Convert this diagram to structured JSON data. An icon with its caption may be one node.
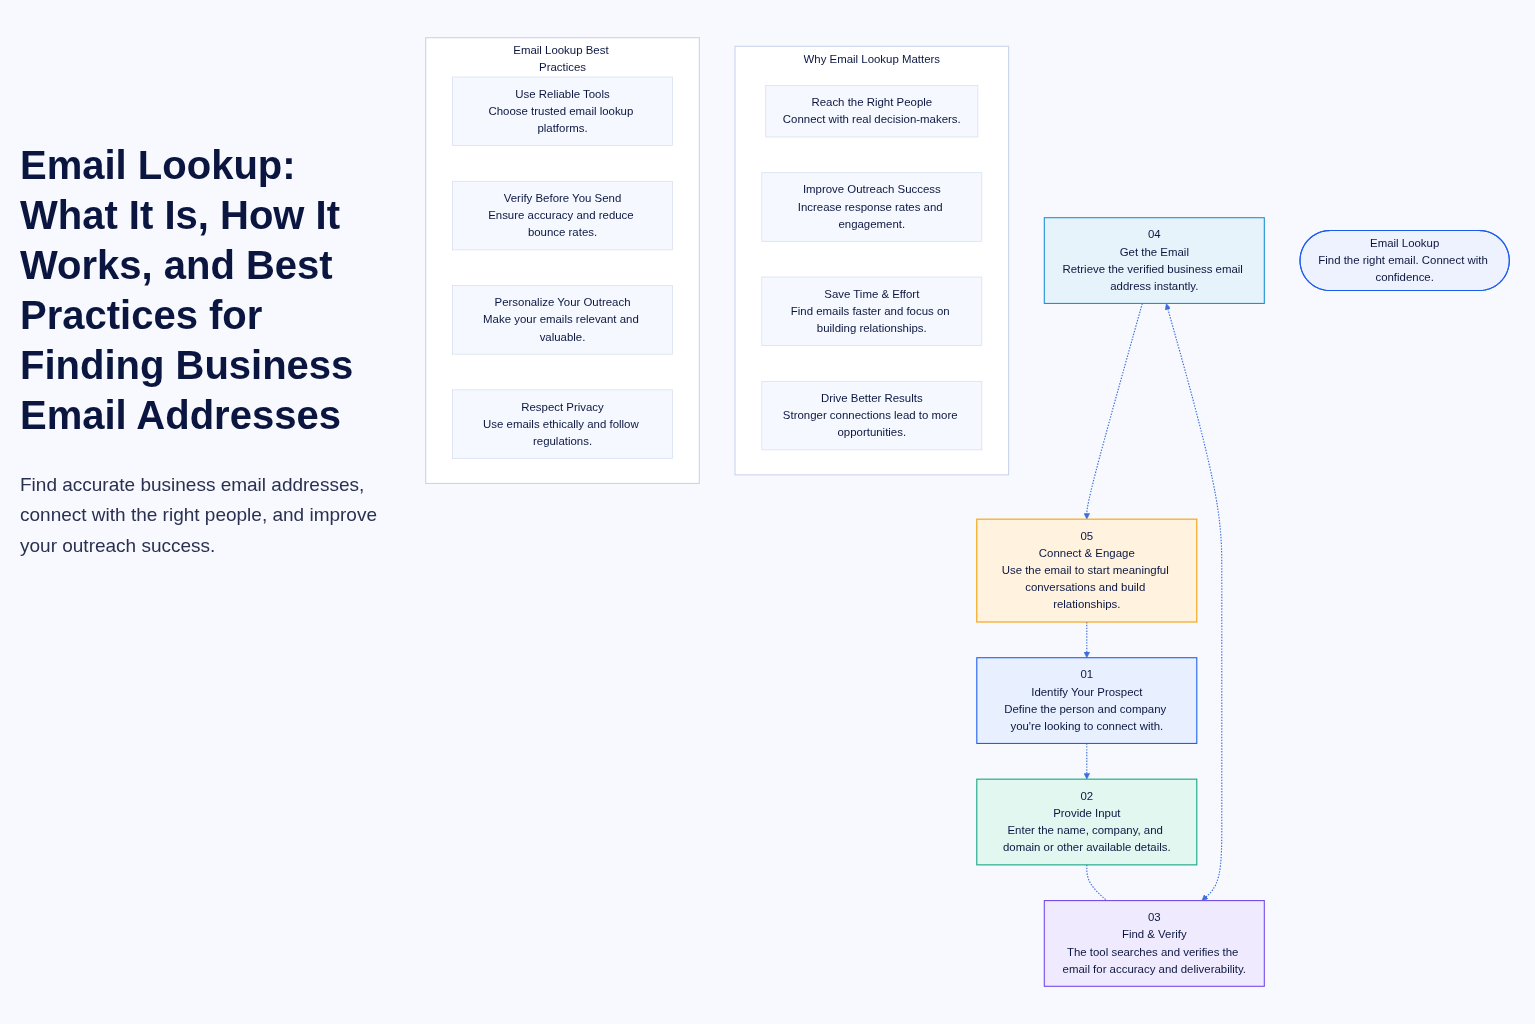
{
  "diagram": {
    "title": "Email Lookup: What It Is, How It Works, and Best Practices for Finding Business Email Addresses",
    "nodes": [
      {
        "text": [
          "01",
          "Identify Your Prospect",
          "Define the person and company you're looking to connect with."
        ]
      },
      {
        "text": [
          "02",
          "Provide Input",
          "Enter the name, company, and domain or other available details."
        ]
      },
      {
        "text": [
          "03",
          "Find & Verify",
          "The tool searches and verifies the email for accuracy and deliverability."
        ]
      },
      {
        "text": [
          "04",
          "Get the Email",
          "Retrieve the verified business email address instantly."
        ]
      },
      {
        "text": [
          "05",
          "Connect & Engage",
          "Use the email to start meaningful conversations and build relationships."
        ]
      },
      {
        "text": [
          "Email Lookup",
          "Find the right email. Connect with confidence."
        ]
      },
      {
        "text": [
          "Why Email Lookup Matters"
        ]
      },
      {
        "text": [
          "Reach the Right People",
          "Connect with real decision-makers."
        ],
        "in": 6
      },
      {
        "text": [
          "Improve Outreach Success",
          "Increase response rates and engagement."
        ],
        "in": 6
      },
      {
        "text": [
          "Save Time & Effort",
          "Find emails faster and focus on building relationships."
        ],
        "in": 6
      },
      {
        "text": [
          "Drive Better Results",
          "Stronger connections lead to more opportunities."
        ],
        "in": 6
      },
      {
        "text": [
          "Email Lookup Best Practices"
        ]
      },
      {
        "text": [
          "Use Reliable Tools",
          "Choose trusted email lookup platforms."
        ],
        "in": 11
      },
      {
        "text": [
          "Verify Before You Send",
          "Ensure accuracy and reduce bounce rates."
        ],
        "in": 11
      },
      {
        "text": [
          "Personalize Your Outreach",
          "Make your emails relevant and valuable."
        ],
        "in": 11
      },
      {
        "text": [
          "Respect Privacy",
          "Use emails ethically and follow regulations."
        ],
        "in": 11
      }
    ],
    "edges": [
      {
        "from": 4,
        "to": 0,
        "arrow": "to",
        "style": "dashed"
      },
      {
        "from": 0,
        "to": 1,
        "arrow": "to",
        "style": "dashed"
      },
      {
        "from": 1,
        "to": 2,
        "arrow": "none",
        "style": "dashed"
      },
      {
        "from": 3,
        "to": 2,
        "arrow": "both",
        "style": "dashed"
      },
      {
        "from": 3,
        "to": 4,
        "arrow": "to",
        "style": "dashed"
      }
    ],
    "labels": [
      "Find accurate business email addresses, connect with the right people, and improve your outreach success."
    ]
  }
}
